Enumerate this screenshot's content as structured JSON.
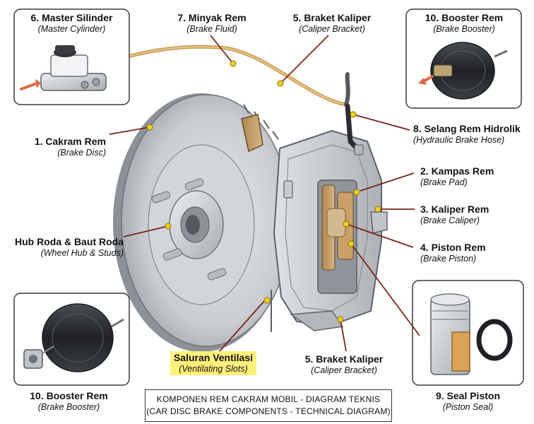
{
  "labels": {
    "master_cylinder": {
      "title": "6. Master Silinder",
      "sub": "(Master Cylinder)"
    },
    "brake_fluid": {
      "title": "7. Minyak Rem",
      "sub": "(Brake Fluid)"
    },
    "caliper_bracket_top": {
      "title": "5. Braket Kaliper",
      "sub": "(Caliper Bracket)"
    },
    "booster_top": {
      "title": "10. Booster Rem",
      "sub": "(Brake Booster)"
    },
    "brake_disc": {
      "title": "1. Cakram Rem",
      "sub": "(Brake Disc)"
    },
    "hydraulic_hose": {
      "title": "8. Selang Rem Hidrolik",
      "sub": "(Hydraulic Brake Hose)"
    },
    "brake_pad": {
      "title": "2. Kampas Rem",
      "sub": "(Brake Pad)"
    },
    "brake_caliper": {
      "title": "3. Kaliper Rem",
      "sub": "(Brake Caliper)"
    },
    "wheel_hub": {
      "title": "Hub Roda & Baut Roda",
      "sub": "(Wheel Hub & Studs)"
    },
    "brake_piston": {
      "title": "4. Piston Rem",
      "sub": "(Brake Piston)"
    },
    "vent_slots": {
      "title": "Saluran Ventilasi",
      "sub": "(Ventilating Slots)"
    },
    "caliper_bracket_bottom": {
      "title": "5. Braket Kaliper",
      "sub": "(Caliper Bracket)"
    },
    "booster_bottom": {
      "title": "10. Booster Rem",
      "sub": "(Brake Booster)"
    },
    "piston_seal": {
      "title": "9. Seal Piston",
      "sub": "(Piston Seal)"
    }
  },
  "diagram_title": {
    "line1": "KOMPONEN REM CAKRAM MOBIL - DIAGRAM TEKNIS",
    "line2": "(CAR DISC BRAKE COMPONENTS - TECHNICAL DIAGRAM)"
  },
  "colors": {
    "leader": "#7a2418",
    "dot": "#f2d21a",
    "fluid_line": "#d6a860",
    "arrow": "#e06848",
    "highlight": "#fff07a"
  }
}
